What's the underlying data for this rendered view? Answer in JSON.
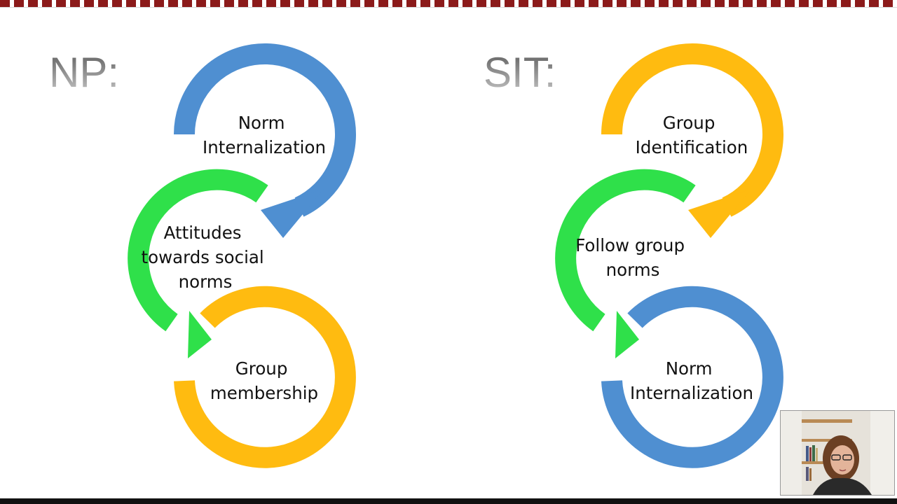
{
  "np": {
    "heading": "NP:",
    "cycle_top": {
      "lines": [
        "Norm",
        "Internalization"
      ],
      "color": "#4f8fd1"
    },
    "cycle_middle": {
      "lines": [
        "Attitudes",
        "towards social",
        "norms"
      ],
      "color": "#2fe04a"
    },
    "cycle_bottom": {
      "lines": [
        "Group",
        "membership"
      ],
      "color": "#ffbb10"
    }
  },
  "sit": {
    "heading": "SIT:",
    "cycle_top": {
      "lines": [
        "Group",
        "Identification"
      ],
      "color": "#ffbb10"
    },
    "cycle_middle": {
      "lines": [
        "Follow group",
        "norms"
      ],
      "color": "#2fe04a"
    },
    "cycle_bottom": {
      "lines": [
        "Norm",
        "Internalization"
      ],
      "color": "#4f8fd1"
    }
  }
}
